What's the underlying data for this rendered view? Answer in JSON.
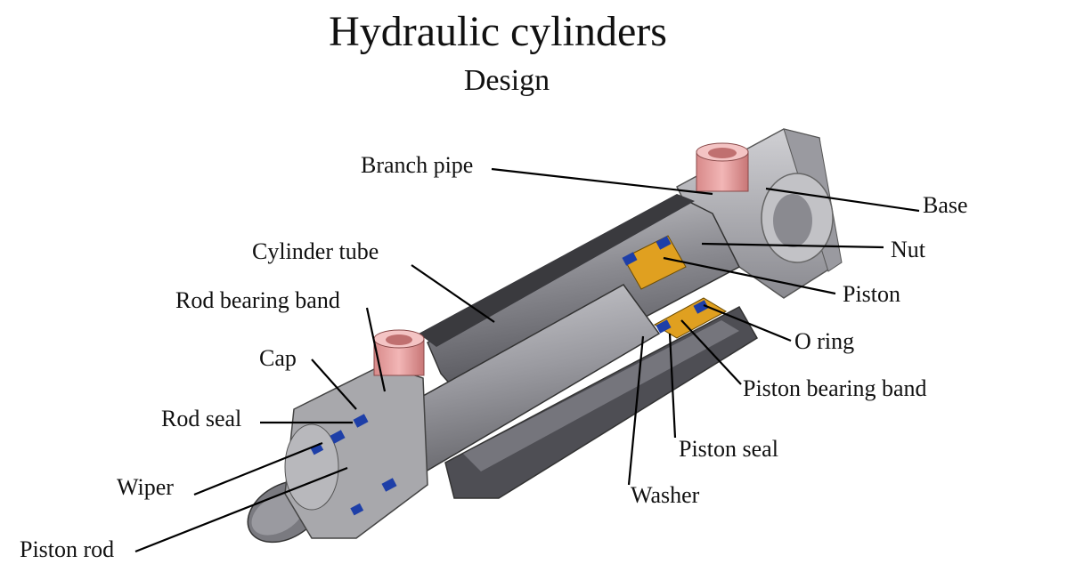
{
  "title": "Hydraulic cylinders",
  "subtitle": "Design",
  "labels": {
    "branch_pipe": "Branch pipe",
    "base": "Base",
    "nut": "Nut",
    "piston": "Piston",
    "o_ring": "O ring",
    "piston_bearing_band": "Piston bearing band",
    "piston_seal": "Piston seal",
    "washer": "Washer",
    "cylinder_tube": "Cylinder tube",
    "rod_bearing_band": "Rod bearing band",
    "cap": "Cap",
    "rod_seal": "Rod seal",
    "wiper": "Wiper",
    "piston_rod": "Piston rod"
  },
  "colors": {
    "steel_light": "#b4b4b8",
    "steel_dark": "#5a5a60",
    "section_face": "#a8a8ac",
    "seal_blue": "#1e3fa8",
    "bronze": "#e0a020",
    "branch_pipe": "#e8a0a0",
    "leader": "#000000"
  }
}
